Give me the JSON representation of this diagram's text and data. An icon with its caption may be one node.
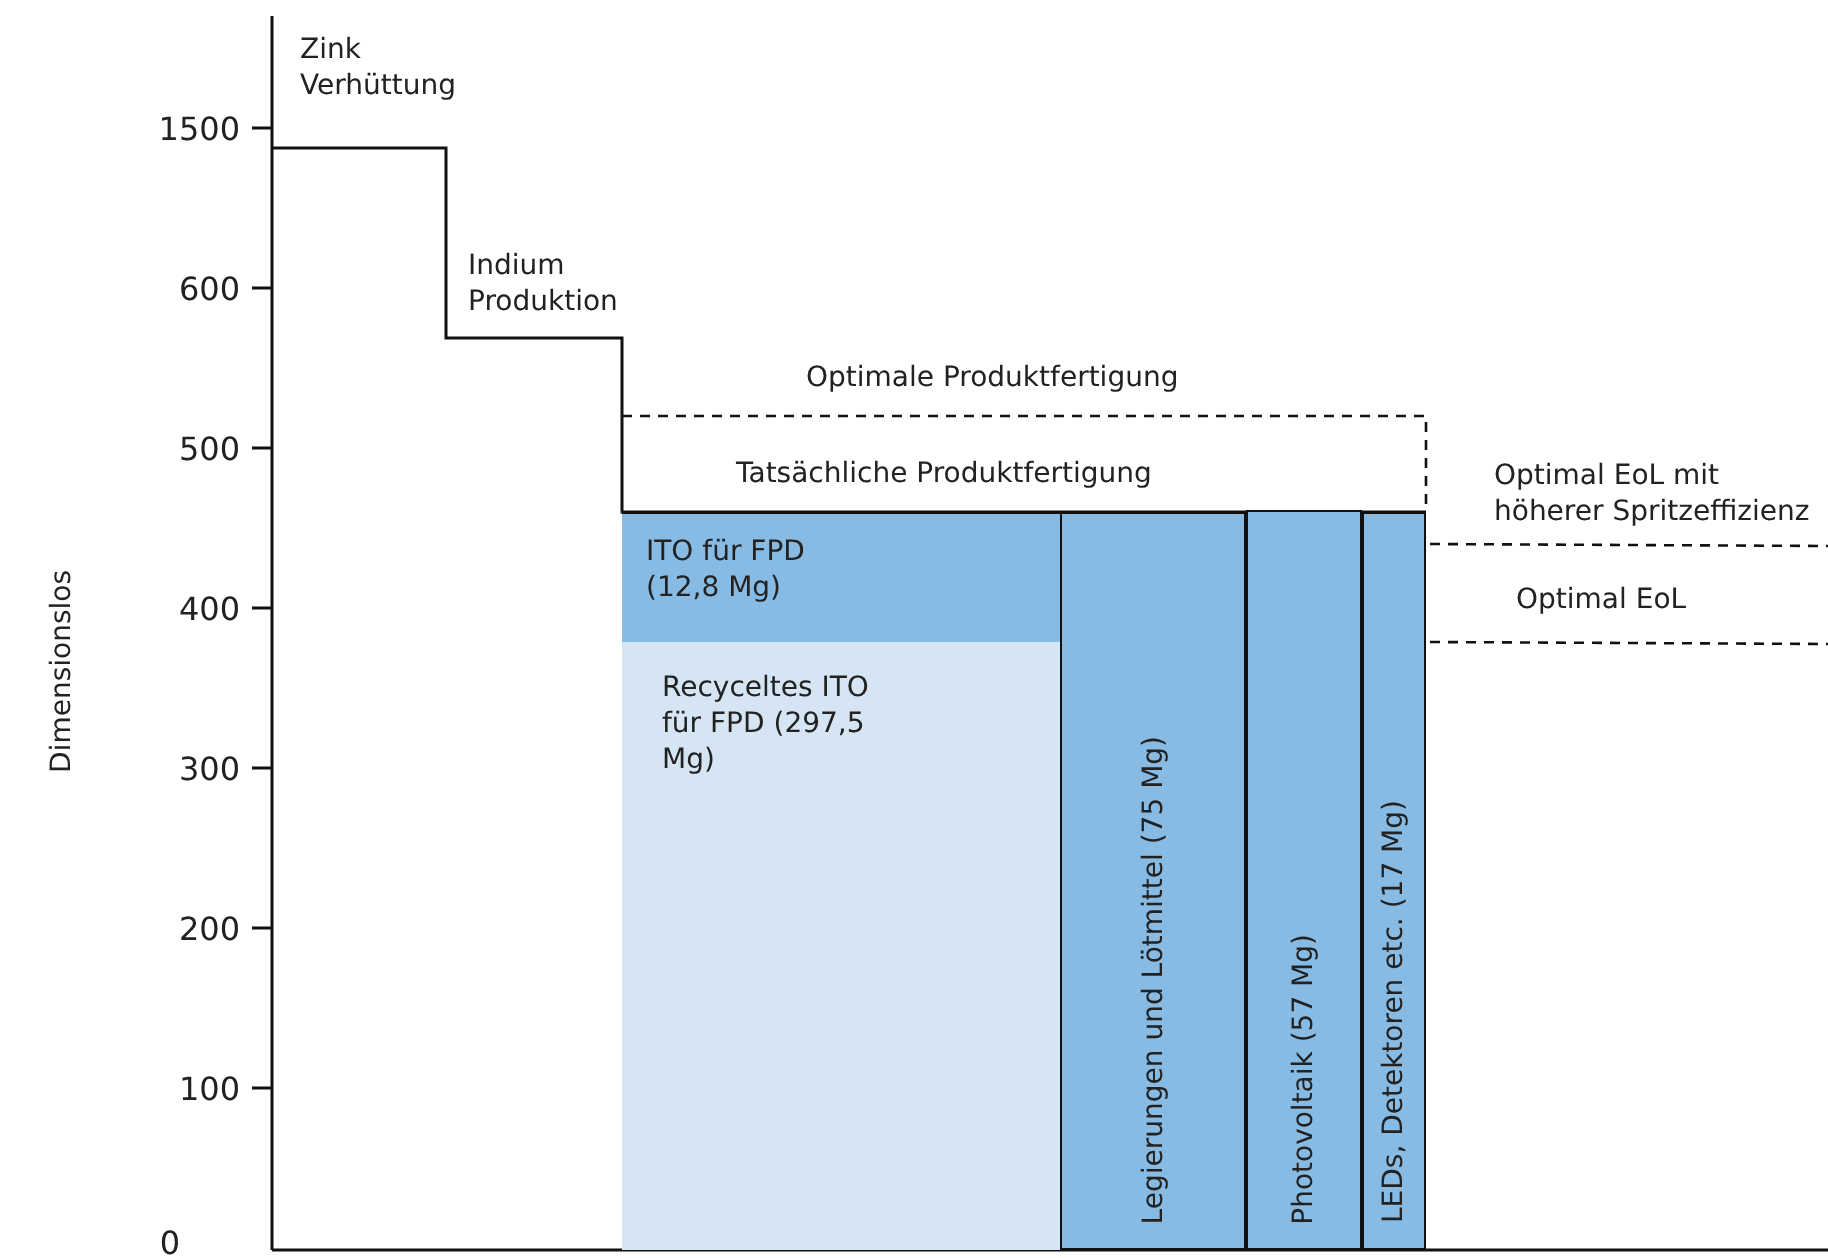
{
  "diagram": {
    "nodes": [
      {
        "text": [
          "ITO für FPD (12,8 Mg)"
        ]
      },
      {
        "text": [
          "Recyceltes ITO für FPD (297,5 Mg)"
        ]
      },
      {
        "text": [
          "Legierungen und Lötmittel (75 Mg)"
        ]
      },
      {
        "text": [
          "Photovoltaik (57 Mg)"
        ]
      },
      {
        "text": [
          "LEDs, Detektoren etc. (17 Mg)"
        ]
      }
    ],
    "labels": [
      "1500",
      "600",
      "500",
      "400",
      "300",
      "200",
      "100",
      "0",
      "Dimensionslos",
      "Zink Verhüttung",
      "Indium Produktion",
      "Optimale Produktfertigung",
      "Tatsächliche Produktfertigung",
      "Optimal EoL mit höherer Spritzeffizienz",
      "Optimal EoL"
    ]
  }
}
